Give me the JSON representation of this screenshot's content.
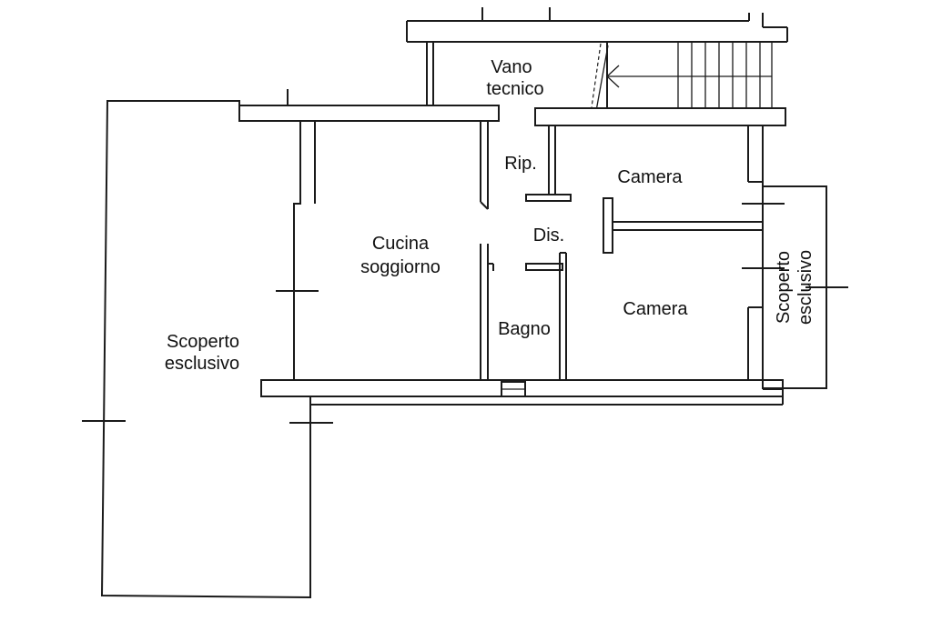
{
  "rooms": {
    "vano_tecnico": {
      "line1": "Vano",
      "line2": "tecnico"
    },
    "ripostiglio": {
      "label": "Rip."
    },
    "camera_top": {
      "label": "Camera"
    },
    "disimpegno": {
      "label": "Dis."
    },
    "cucina_soggiorno": {
      "line1": "Cucina",
      "line2": "soggiorno"
    },
    "camera_bottom": {
      "label": "Camera"
    },
    "bagno": {
      "label": "Bagno"
    },
    "scoperto_left": {
      "line1": "Scoperto",
      "line2": "esclusivo"
    },
    "scoperto_right": {
      "line1": "Scoperto",
      "line2": "esclusivo"
    }
  }
}
